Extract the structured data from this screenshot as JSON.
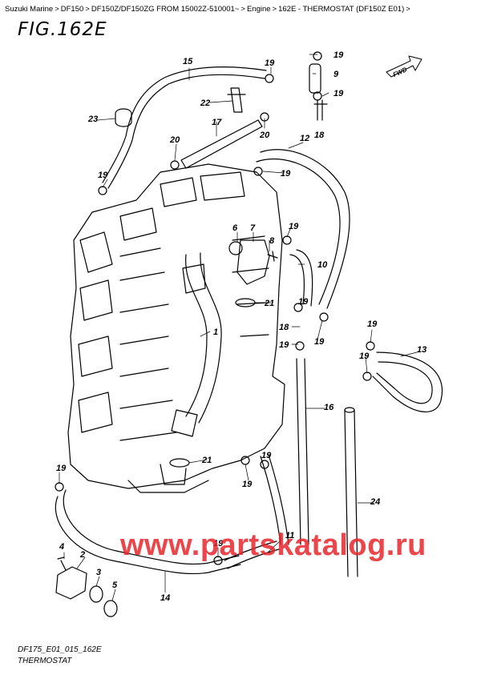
{
  "breadcrumb": {
    "items": [
      "Suzuki Marine",
      "DF150",
      "DF150Z/DF150ZG FROM 15002Z-510001~",
      "Engine",
      "162E - THERMOSTAT (DF150Z E01)"
    ],
    "separator": ">",
    "trailing": ">"
  },
  "figure": {
    "title": "FIG.162E"
  },
  "fwd_label": "FWD",
  "callouts": {
    "c1": "1",
    "c2": "2",
    "c3": "3",
    "c4": "4",
    "c5": "5",
    "c6": "6",
    "c7": "7",
    "c8": "8",
    "c9": "9",
    "c10": "10",
    "c11": "11",
    "c12": "12",
    "c13": "13",
    "c14": "14",
    "c15": "15",
    "c16": "16",
    "c17": "17",
    "c18a": "18",
    "c18b": "18",
    "c19": "19",
    "c20": "20",
    "c21": "21",
    "c22": "22",
    "c23": "23",
    "c24": "24"
  },
  "watermark": "www.partskatalog.ru",
  "footer": {
    "code": "DF175_E01_015_162E",
    "name": "THERMOSTAT"
  },
  "colors": {
    "line": "#000000",
    "watermark": "#e8262c",
    "background": "#ffffff"
  }
}
